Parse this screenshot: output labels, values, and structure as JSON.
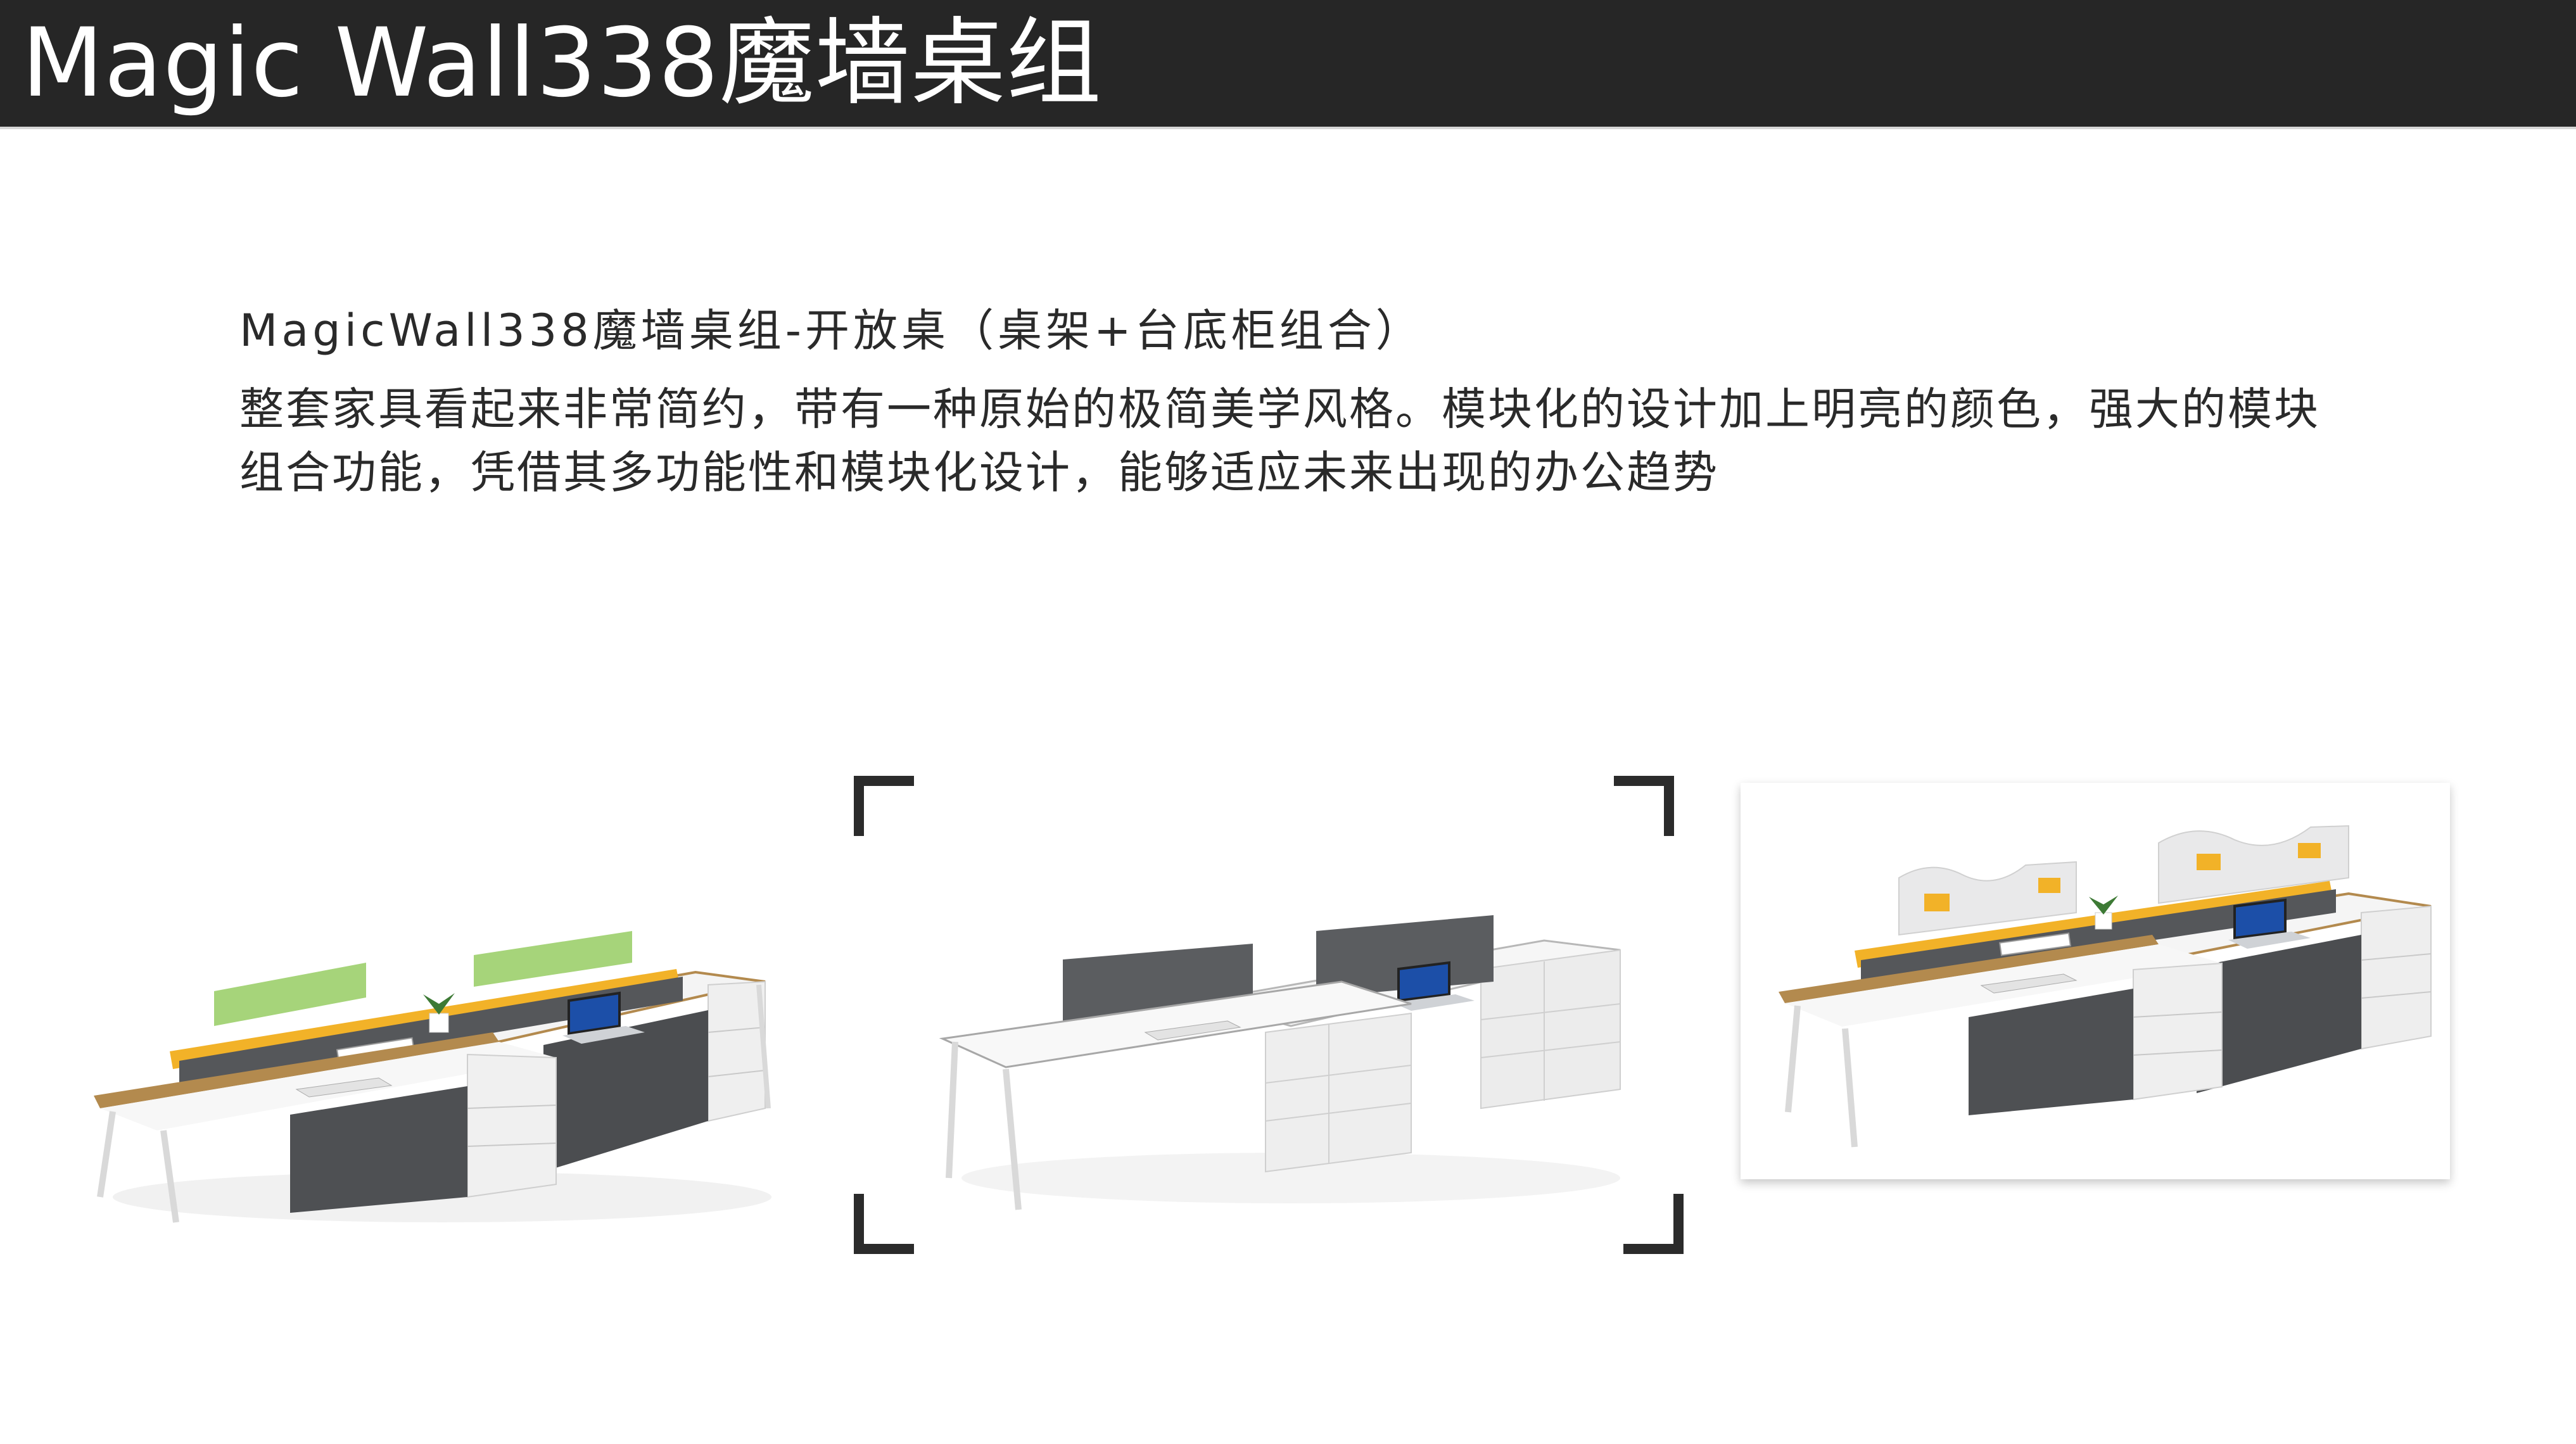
{
  "header": {
    "title": "Magic Wall338魔墙桌组"
  },
  "content": {
    "subtitle": "MagicWall338魔墙桌组-开放桌（桌架+台底柜组合）",
    "description_lines": [
      "整套家具看起来非常简约，带有一种原始的极简美学风格。模块化的设计加上明亮的颜色，强大的模块",
      "组合功能，凭借其多功能性和模块化设计，能够适应未来出现的办公趋势"
    ]
  },
  "colors": {
    "header_bg": "#262626",
    "header_text": "#ffffff",
    "body_text": "#2a2a2a",
    "screen_green": "#a6d47a",
    "screen_gray": "#5b5d60",
    "accent_yellow": "#f2b228",
    "cabinet_dark": "#4b4d50",
    "cabinet_white": "#f0f0f0",
    "bracket": "#2b2b2b"
  },
  "photos": [
    {
      "name": "workstation-green-screens",
      "screen_color": "green"
    },
    {
      "name": "workstation-gray-screens",
      "screen_color": "gray"
    },
    {
      "name": "workstation-white-wave-screens",
      "screen_color": "white"
    }
  ]
}
